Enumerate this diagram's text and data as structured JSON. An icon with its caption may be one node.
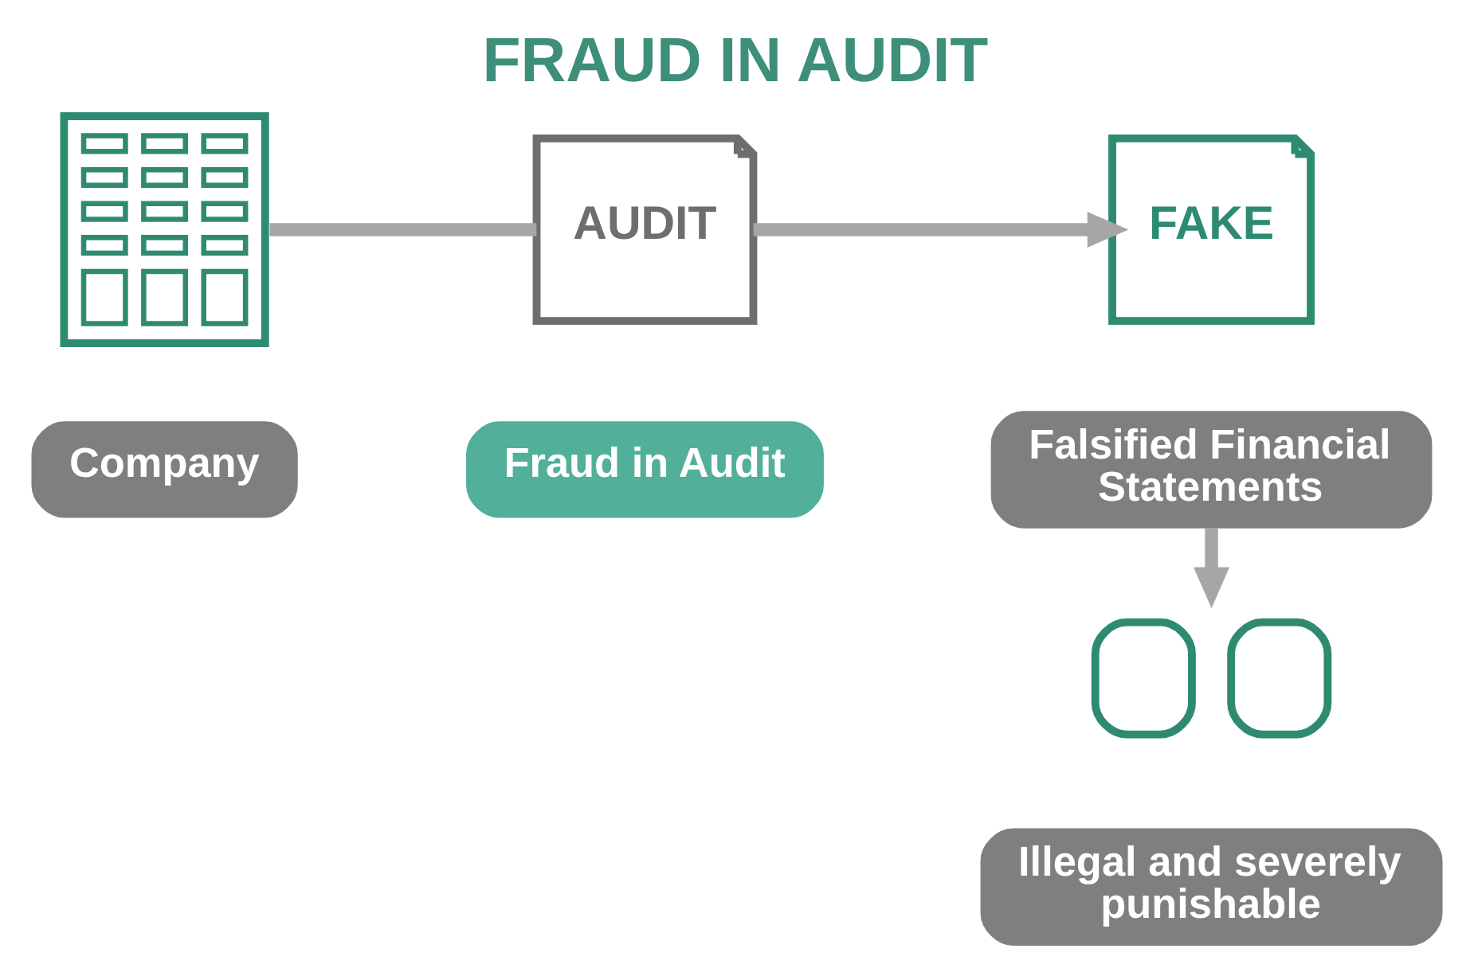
{
  "diagram": {
    "title": "FRAUD IN AUDIT",
    "nodes": [
      {
        "text": [],
        "shape": "picture"
      },
      {
        "text": [
          "Company"
        ]
      },
      {
        "text": [
          "AUDIT"
        ]
      },
      {
        "text": [
          "Fraud in Audit"
        ]
      },
      {
        "text": [
          "FAKE"
        ]
      },
      {
        "text": [
          "Falsified Financial Statements"
        ]
      },
      {
        "text": [],
        "shape": "picture"
      },
      {
        "text": [
          "Illegal and severely punishable"
        ]
      }
    ],
    "edges": [
      {
        "from": 0,
        "to": 2,
        "arrow": "none"
      },
      {
        "from": 2,
        "to": 4,
        "arrow": "to"
      },
      {
        "from": 5,
        "to": 6,
        "arrow": "to"
      }
    ]
  }
}
